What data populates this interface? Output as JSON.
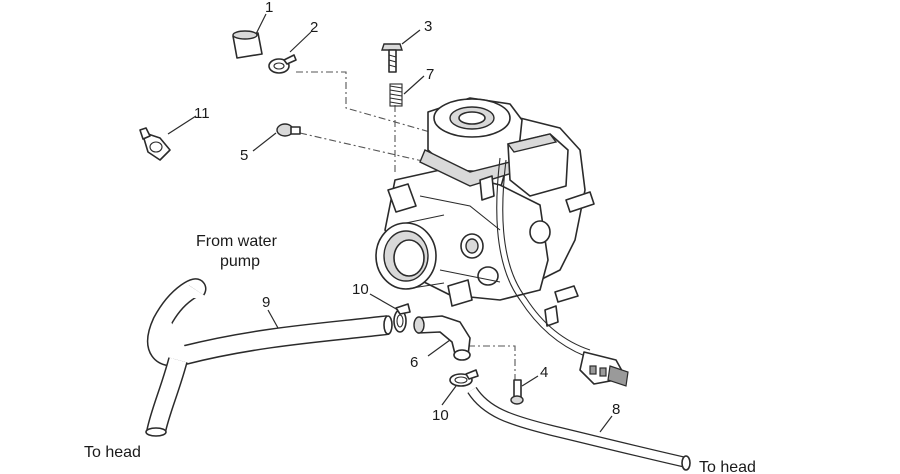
{
  "callouts": {
    "c1": "1",
    "c2": "2",
    "c3": "3",
    "c4": "4",
    "c5": "5",
    "c6": "6",
    "c7": "7",
    "c8": "8",
    "c9": "9",
    "c10a": "10",
    "c10b": "10",
    "c11": "11"
  },
  "labels": {
    "from_water_line1": "From water",
    "from_water_line2": "pump",
    "to_head_left": "To head",
    "to_head_right": "To head"
  }
}
